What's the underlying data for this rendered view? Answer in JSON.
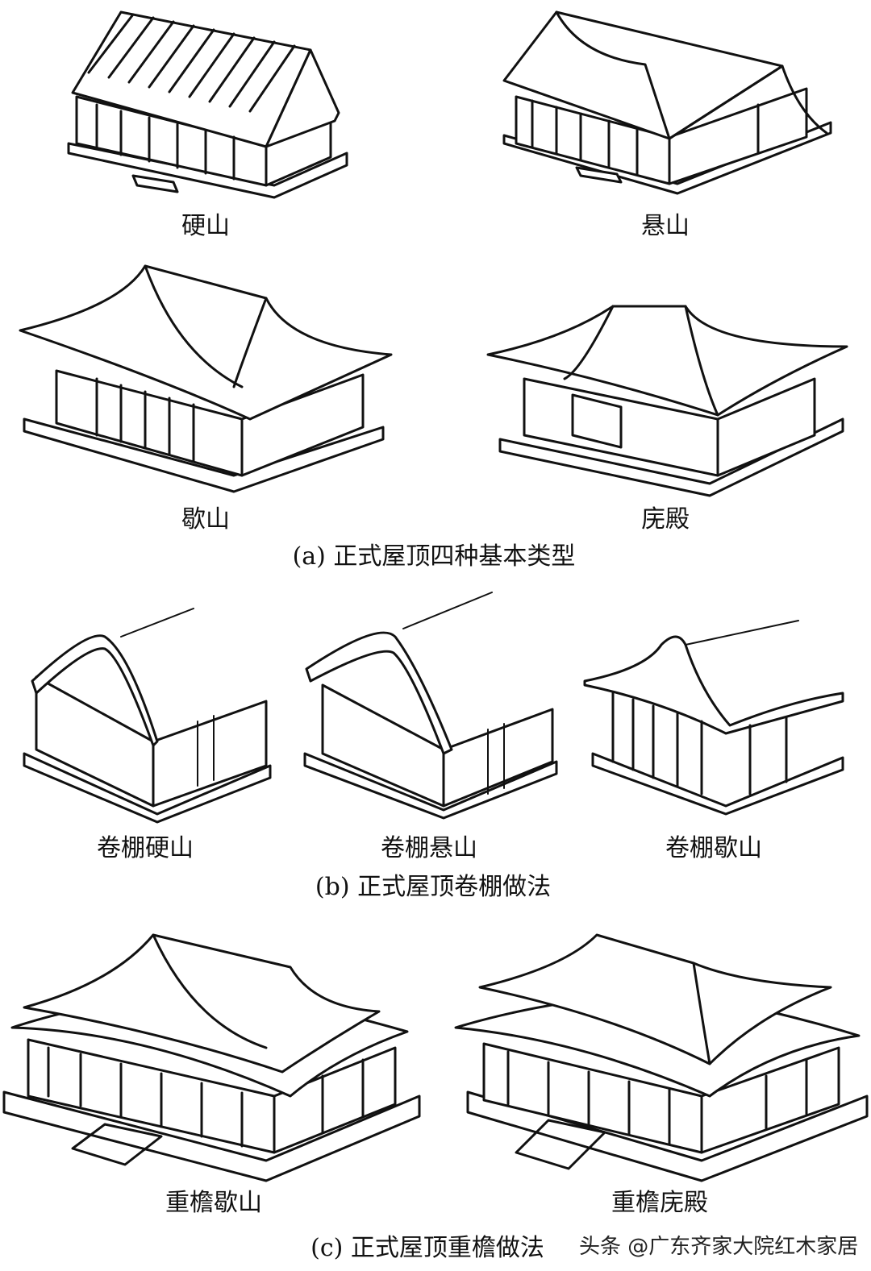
{
  "section_a": {
    "caption": "(a) 正式屋顶四种基本类型",
    "items": [
      {
        "label": "硬山"
      },
      {
        "label": "悬山"
      },
      {
        "label": "歇山"
      },
      {
        "label": "庑殿"
      }
    ]
  },
  "section_b": {
    "caption": "(b) 正式屋顶卷棚做法",
    "items": [
      {
        "label": "卷棚硬山"
      },
      {
        "label": "卷棚悬山"
      },
      {
        "label": "卷棚歇山"
      }
    ]
  },
  "section_c": {
    "caption": "(c) 正式屋顶重檐做法",
    "items": [
      {
        "label": "重檐歇山"
      },
      {
        "label": "重檐庑殿"
      }
    ]
  },
  "watermark": "头条 @广东齐家大院红木家居"
}
